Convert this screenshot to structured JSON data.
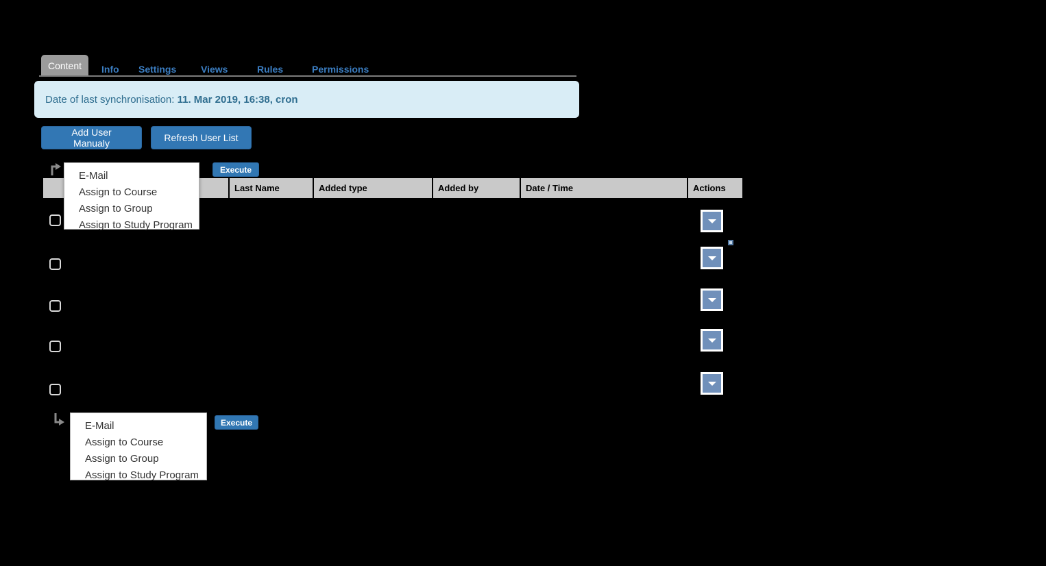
{
  "tabs": {
    "active_label": "Content",
    "items": [
      {
        "id": "info",
        "label": "Info"
      },
      {
        "id": "settings",
        "label": "Settings"
      },
      {
        "id": "views",
        "label": "Views"
      },
      {
        "id": "rules",
        "label": "Rules"
      },
      {
        "id": "permissions",
        "label": "Permissions"
      }
    ]
  },
  "infobox": {
    "label": "Date of last synchronisation: ",
    "value": "11. Mar 2019, 16:38, cron"
  },
  "toolbar": {
    "add_user_label": "Add User Manualy",
    "refresh_label": "Refresh User List"
  },
  "bulk_actions": {
    "execute_label": "Execute",
    "options": [
      "E-Mail",
      "Assign to Course",
      "Assign to Group",
      "Assign to Study Program"
    ]
  },
  "table": {
    "columns": [
      "Last Name",
      "Added type",
      "Added by",
      "Date / Time",
      "Actions"
    ],
    "row_count": 5
  },
  "icons": {
    "top_arrow": "apply-up-right-arrow",
    "bottom_arrow": "apply-down-right-arrow",
    "action_caret": "caret-down"
  },
  "colors": {
    "background": "#000000",
    "active_tab": "#9b9b9b",
    "tab_link": "#3b7dc1",
    "info_bg": "#d9edf6",
    "info_text": "#2e6d8f",
    "primary_button": "#3277b4",
    "header_bg": "#c9c9c9",
    "action_button": "#7090ba"
  }
}
